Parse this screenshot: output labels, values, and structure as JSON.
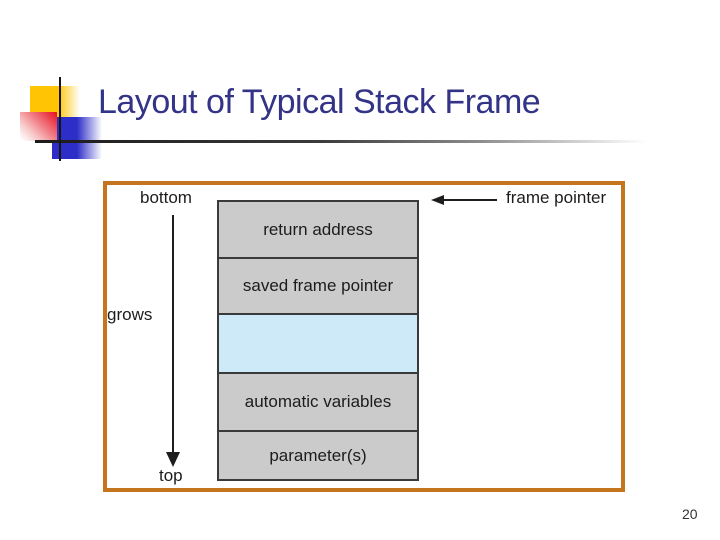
{
  "slide": {
    "title": "Layout of Typical Stack Frame",
    "page_number": "20"
  },
  "diagram": {
    "label_bottom": "bottom",
    "label_top": "top",
    "label_grows": "grows",
    "label_frame_pointer": "frame pointer",
    "stack_rows": [
      {
        "label": "return address",
        "fill": "#cbcbcb"
      },
      {
        "label": "saved frame pointer",
        "fill": "#cbcbcb"
      },
      {
        "label": "",
        "fill": "#cee9f8"
      },
      {
        "label": "automatic variables",
        "fill": "#cbcbcb"
      },
      {
        "label": "parameter(s)",
        "fill": "#cbcbcb"
      }
    ],
    "colors": {
      "frame_border": "#c4751d",
      "row_fill_gray": "#cbcbcb",
      "row_fill_blue": "#cee9f8",
      "box_border": "#3a3a3a",
      "arrow": "#1d1d1d"
    }
  },
  "theme": {
    "title_color": "#333388",
    "deco_yellow": "#ffc404",
    "deco_red": "#e81a2c",
    "deco_blue": "#2d2dc8",
    "background": "#ffffff"
  }
}
